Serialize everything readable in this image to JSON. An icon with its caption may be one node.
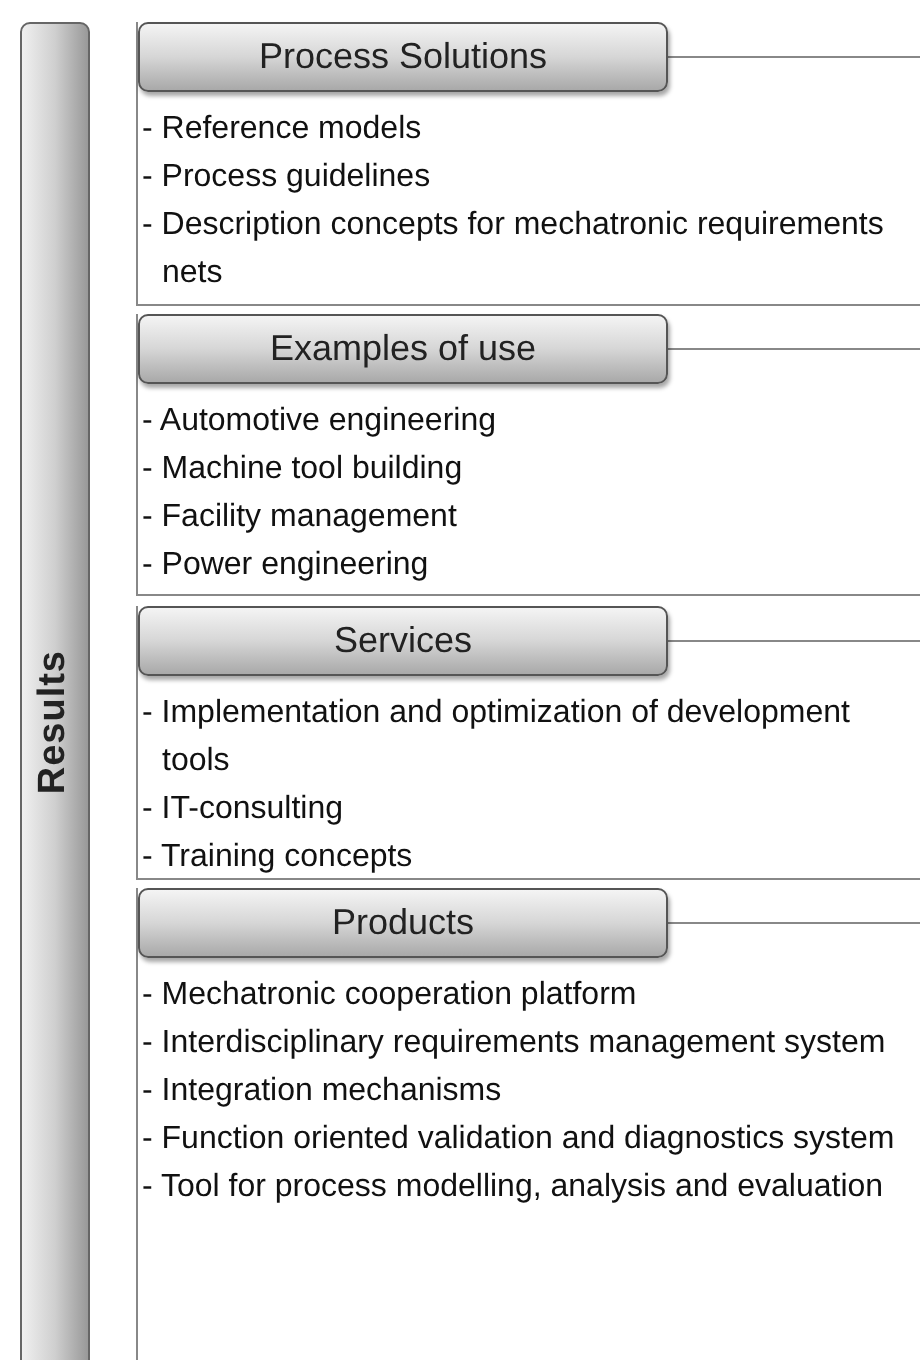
{
  "diagram": {
    "nodes": [
      {
        "text": [
          "Results"
        ]
      },
      {
        "text": [
          "- Reference models",
          "- Process guidelines",
          "- Description concepts for mechatronic requirements nets"
        ]
      },
      {
        "text": [
          "Process Solutions"
        ],
        "in": 1
      },
      {
        "text": [
          "- Automotive engineering",
          "- Machine tool building",
          "- Facility management",
          "- Power engineering"
        ]
      },
      {
        "text": [
          "Examples of use"
        ],
        "in": 3
      },
      {
        "text": [
          "- Implementation and optimization of development tools",
          "- IT-consulting",
          "- Training concepts"
        ]
      },
      {
        "text": [
          "Services"
        ],
        "in": 5
      },
      {
        "text": [
          "- Mechatronic cooperation platform",
          "- Interdisciplinary requirements management system",
          "- Integration mechanisms",
          "- Function oriented validation and diagnostics system",
          "- Tool for process modelling, analysis and evaluation"
        ]
      },
      {
        "text": [
          "Products"
        ],
        "in": 7
      }
    ]
  }
}
